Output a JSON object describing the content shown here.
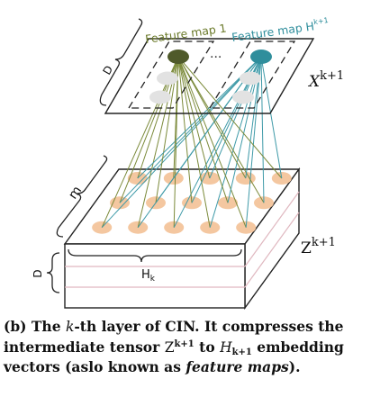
{
  "diagram": {
    "labels": {
      "feature_map_first": "Feature map 1",
      "feature_map_last_base": "Feature map H",
      "feature_map_last_sub": "k+1",
      "ellipsis": "...",
      "x_tensor_base": "X",
      "x_tensor_sup": "k+1",
      "z_tensor_base": "Z",
      "z_tensor_sup": "k+1",
      "d_top": "D",
      "m_side": "m",
      "d_side": "D",
      "h_base": "H",
      "h_sub": "k"
    },
    "colors": {
      "node_dark": "#4f5a2a",
      "node_teal": "#2f8e9c",
      "node_peach": "#f4c7a0",
      "node_grey": "#e2e2e2",
      "line_olive": "#7b8a3a",
      "line_teal": "#3f9aa8",
      "slab_line": "#e0b8c0"
    }
  },
  "caption": {
    "prefix": "(b) The ",
    "k": "k",
    "text1": "-th layer of CIN. It compresses the intermediate tensor ",
    "z_base": "Z",
    "z_sup": "k+1",
    "text2": " to ",
    "h_base": "H",
    "h_sub": "k+1",
    "text3": " embedding vectors (aslo known as ",
    "italic": "feature maps",
    "text4": ")."
  }
}
